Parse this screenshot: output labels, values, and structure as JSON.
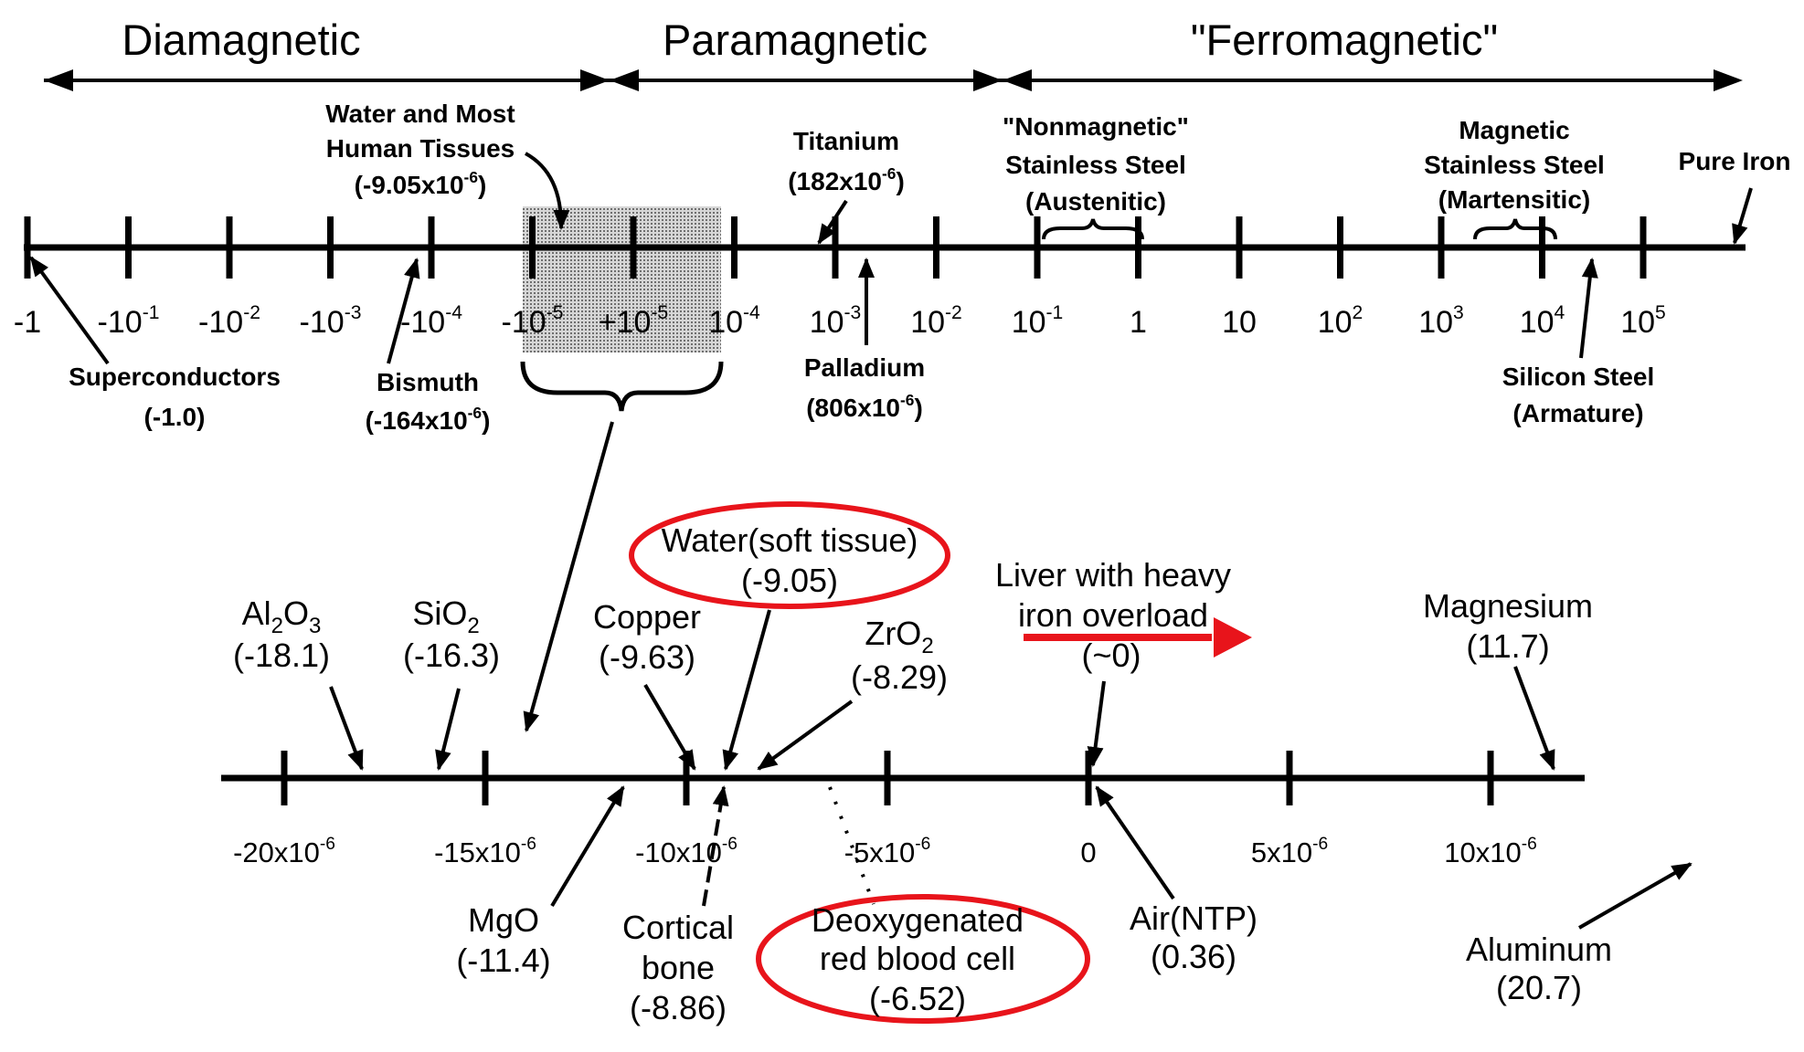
{
  "categories": {
    "diamagnetic": "Diamagnetic",
    "paramagnetic": "Paramagnetic",
    "ferromagnetic": "\"Ferromagnetic\""
  },
  "top_scale": {
    "ticks": [
      {
        "base": "-1",
        "exp": ""
      },
      {
        "base": "-10",
        "exp": "-1"
      },
      {
        "base": "-10",
        "exp": "-2"
      },
      {
        "base": "-10",
        "exp": "-3"
      },
      {
        "base": "-10",
        "exp": "-4"
      },
      {
        "base": "-10",
        "exp": "-5"
      },
      {
        "base": "+10",
        "exp": "-5"
      },
      {
        "base": "10",
        "exp": "-4"
      },
      {
        "base": "10",
        "exp": "-3"
      },
      {
        "base": "10",
        "exp": "-2"
      },
      {
        "base": "10",
        "exp": "-1"
      },
      {
        "base": "1",
        "exp": ""
      },
      {
        "base": "10",
        "exp": ""
      },
      {
        "base": "10",
        "exp": "2"
      },
      {
        "base": "10",
        "exp": "3"
      },
      {
        "base": "10",
        "exp": "4"
      },
      {
        "base": "10",
        "exp": "5"
      }
    ],
    "labels": {
      "water_tissues": {
        "line1": "Water and Most",
        "line2": "Human Tissues",
        "value_base": "(-9.05x10",
        "value_exp": "-6",
        "value_end": ")"
      },
      "superconductors": {
        "line1": "Superconductors",
        "line2": "(-1.0)"
      },
      "bismuth": {
        "line1": "Bismuth",
        "value_base": "(-164x10",
        "value_exp": "-6",
        "value_end": ")"
      },
      "titanium": {
        "line1": "Titanium",
        "value_base": "(182x10",
        "value_exp": "-6",
        "value_end": ")"
      },
      "palladium": {
        "line1": "Palladium",
        "value_base": "(806x10",
        "value_exp": "-6",
        "value_end": ")"
      },
      "nonmagnetic_steel": {
        "line1": "\"Nonmagnetic\"",
        "line2": "Stainless Steel",
        "line3": "(Austenitic)"
      },
      "magnetic_steel": {
        "line1": "Magnetic",
        "line2": "Stainless Steel",
        "line3": "(Martensitic)"
      },
      "pure_iron": {
        "line1": "Pure Iron"
      },
      "silicon_steel": {
        "line1": "Silicon Steel",
        "line2": "(Armature)"
      }
    }
  },
  "bottom_scale": {
    "ticks": [
      {
        "base": "-20x10",
        "exp": "-6"
      },
      {
        "base": "-15x10",
        "exp": "-6"
      },
      {
        "base": "-10x10",
        "exp": "-6"
      },
      {
        "base": "-5x10",
        "exp": "-6"
      },
      {
        "base": "0",
        "exp": ""
      },
      {
        "base": "5x10",
        "exp": "-6"
      },
      {
        "base": "10x10",
        "exp": "-6"
      }
    ],
    "labels": {
      "al2o3": {
        "pre": "Al",
        "sub1": "2",
        "mid": "O",
        "sub2": "3",
        "value": "(-18.1)"
      },
      "sio2": {
        "pre": "SiO",
        "sub": "2",
        "value": "(-16.3)"
      },
      "copper": {
        "line1": "Copper",
        "value": "(-9.63)"
      },
      "water": {
        "line1": "Water(soft tissue)",
        "value": "(-9.05)"
      },
      "zro2": {
        "pre": "ZrO",
        "sub": "2",
        "value": "(-8.29)"
      },
      "liver": {
        "line1": "Liver with heavy",
        "line2": "iron overload",
        "value": "(~0)"
      },
      "magnesium": {
        "line1": "Magnesium",
        "value": "(11.7)"
      },
      "mgo": {
        "line1": "MgO",
        "value": "(-11.4)"
      },
      "cortical": {
        "line1": "Cortical",
        "line2": "bone",
        "value": "(-8.86)"
      },
      "rbc": {
        "line1": "Deoxygenated",
        "line2": "red blood cell",
        "value": "(-6.52)"
      },
      "air": {
        "line1": "Air(NTP)",
        "value": "(0.36)"
      },
      "aluminum": {
        "line1": "Aluminum",
        "value": "(20.7)"
      }
    }
  },
  "colors": {
    "highlight": "#e8141b",
    "ink": "#000000",
    "shade": "#b9b9b9"
  }
}
